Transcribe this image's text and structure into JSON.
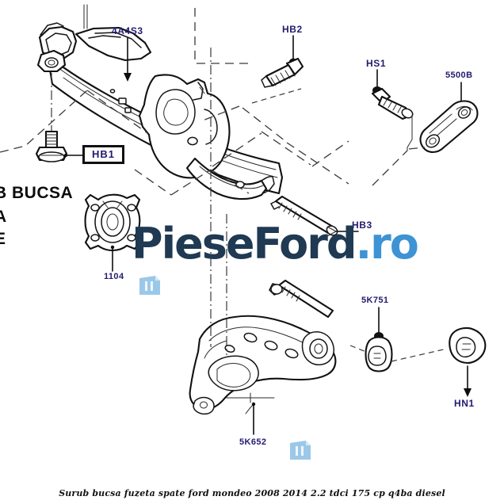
{
  "page": {
    "background": "#ffffff",
    "caption": "Surub bucsa fuzeta spate ford mondeo 2008 2014 2.2 tdci 175 cp q4ba diesel"
  },
  "watermark": {
    "main_text": "PieseFord",
    "tld_text": ".ro",
    "main_color": "#1f3a52",
    "tld_color": "#3d93d4"
  },
  "colors": {
    "label_blue": "#221b6e",
    "line_black": "#101010",
    "tag_blue": "#4a90d9"
  },
  "edge_text": {
    "line1": "B BUCSA",
    "line2": "A",
    "line3": "E"
  },
  "callouts": [
    {
      "id": "crossmember",
      "label": "4A4S3",
      "kind": "plain"
    },
    {
      "id": "bolt-hb1",
      "label": "HB1",
      "kind": "boxed"
    },
    {
      "id": "bolt-hb2",
      "label": "HB2",
      "kind": "plain"
    },
    {
      "id": "tie-rod-hs1",
      "label": "HS1",
      "kind": "plain"
    },
    {
      "id": "lateral-arm",
      "label": "5500B",
      "kind": "plain"
    },
    {
      "id": "bolt-hb3",
      "label": "HB3",
      "kind": "plain"
    },
    {
      "id": "wheel-hub",
      "label": "1104",
      "kind": "plain"
    },
    {
      "id": "bushing-5k751",
      "label": "5K751",
      "kind": "plain"
    },
    {
      "id": "nut-hn1",
      "label": "HN1",
      "kind": "plain"
    },
    {
      "id": "lower-arm",
      "label": "5K652",
      "kind": "plain"
    }
  ],
  "labels": {
    "crossmember": "4A4S3",
    "bolt_hb1": "HB1",
    "bolt_hb2": "HB2",
    "tie_rod_hs1": "HS1",
    "lateral_arm": "5500B",
    "bolt_hb3": "HB3",
    "wheel_hub": "1104",
    "bushing_5k751": "5K751",
    "nut_hn1": "HN1",
    "lower_arm_5k652": "5K652"
  }
}
